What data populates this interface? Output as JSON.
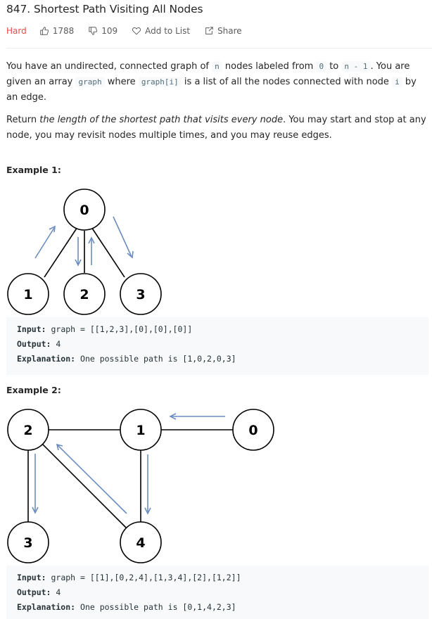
{
  "problem": {
    "title": "847. Shortest Path Visiting All Nodes",
    "difficulty": "Hard",
    "likes": "1788",
    "dislikes": "109",
    "add_to_list": "Add to List",
    "share": "Share"
  },
  "colors": {
    "difficulty": "#ef4743",
    "arrow": "#6c8ebf",
    "code_bg": "#f7f9fa"
  },
  "description": {
    "p1": {
      "t1": "You have an undirected, connected graph of ",
      "c1": "n",
      "t2": " nodes labeled from ",
      "c2": "0",
      "t3": " to ",
      "c3": "n - 1",
      "t4": ". You are given an array ",
      "c4": "graph",
      "t5": " where ",
      "c5": "graph[i]",
      "t6": " is a list of all the nodes connected with node ",
      "c6": "i",
      "t7": " by an edge."
    },
    "p2": {
      "t1": "Return ",
      "em": "the length of the shortest path that visits every node",
      "t2": ". You may start and stop at any node, you may revisit nodes multiple times, and you may reuse edges."
    }
  },
  "examples": [
    {
      "title": "Example 1:",
      "nodes": [
        "0",
        "1",
        "2",
        "3"
      ],
      "input_label": "Input:",
      "input": " graph = [[1,2,3],[0],[0],[0]]",
      "output_label": "Output:",
      "output": " 4",
      "explanation_label": "Explanation:",
      "explanation": " One possible path is [1,0,2,0,3]"
    },
    {
      "title": "Example 2:",
      "nodes": [
        "0",
        "1",
        "2",
        "3",
        "4"
      ],
      "input_label": "Input:",
      "input": " graph = [[1],[0,2,4],[1,3,4],[2],[1,2]]",
      "output_label": "Output:",
      "output": " 4",
      "explanation_label": "Explanation:",
      "explanation": " One possible path is [0,1,4,2,3]"
    }
  ]
}
